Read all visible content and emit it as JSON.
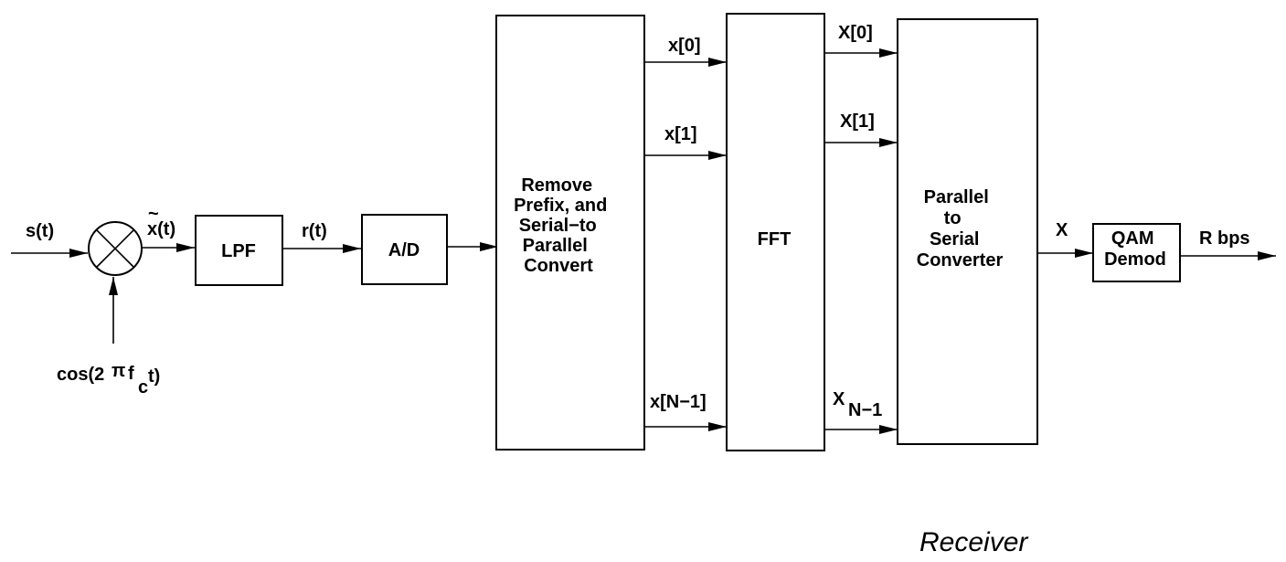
{
  "signals": {
    "s_t": "s(t)",
    "x_tilde": "x(t)",
    "tilde_mark": "~",
    "r_t": "r(t)",
    "cos_prefix": "cos(2",
    "cos_pi": "π",
    "cos_f": "f",
    "cos_sub": "c",
    "cos_suffix": "t)",
    "x0": "x[0]",
    "x1": "x[1]",
    "xN1": "x[N−1]",
    "X0": "X[0]",
    "X1": "X[1]",
    "XN1_base": "X",
    "XN1_sub": "N−1",
    "X_out": "X",
    "R_bps": "R bps"
  },
  "blocks": {
    "lpf": "LPF",
    "ad": "A/D",
    "remove_prefix": [
      "Remove",
      "Prefix, and",
      "Serial−to",
      "Parallel",
      "Convert"
    ],
    "fft": "FFT",
    "p2s": [
      "Parallel",
      "to",
      "Serial",
      "Converter"
    ],
    "qam": [
      "QAM",
      "Demod"
    ]
  },
  "caption": "Receiver"
}
